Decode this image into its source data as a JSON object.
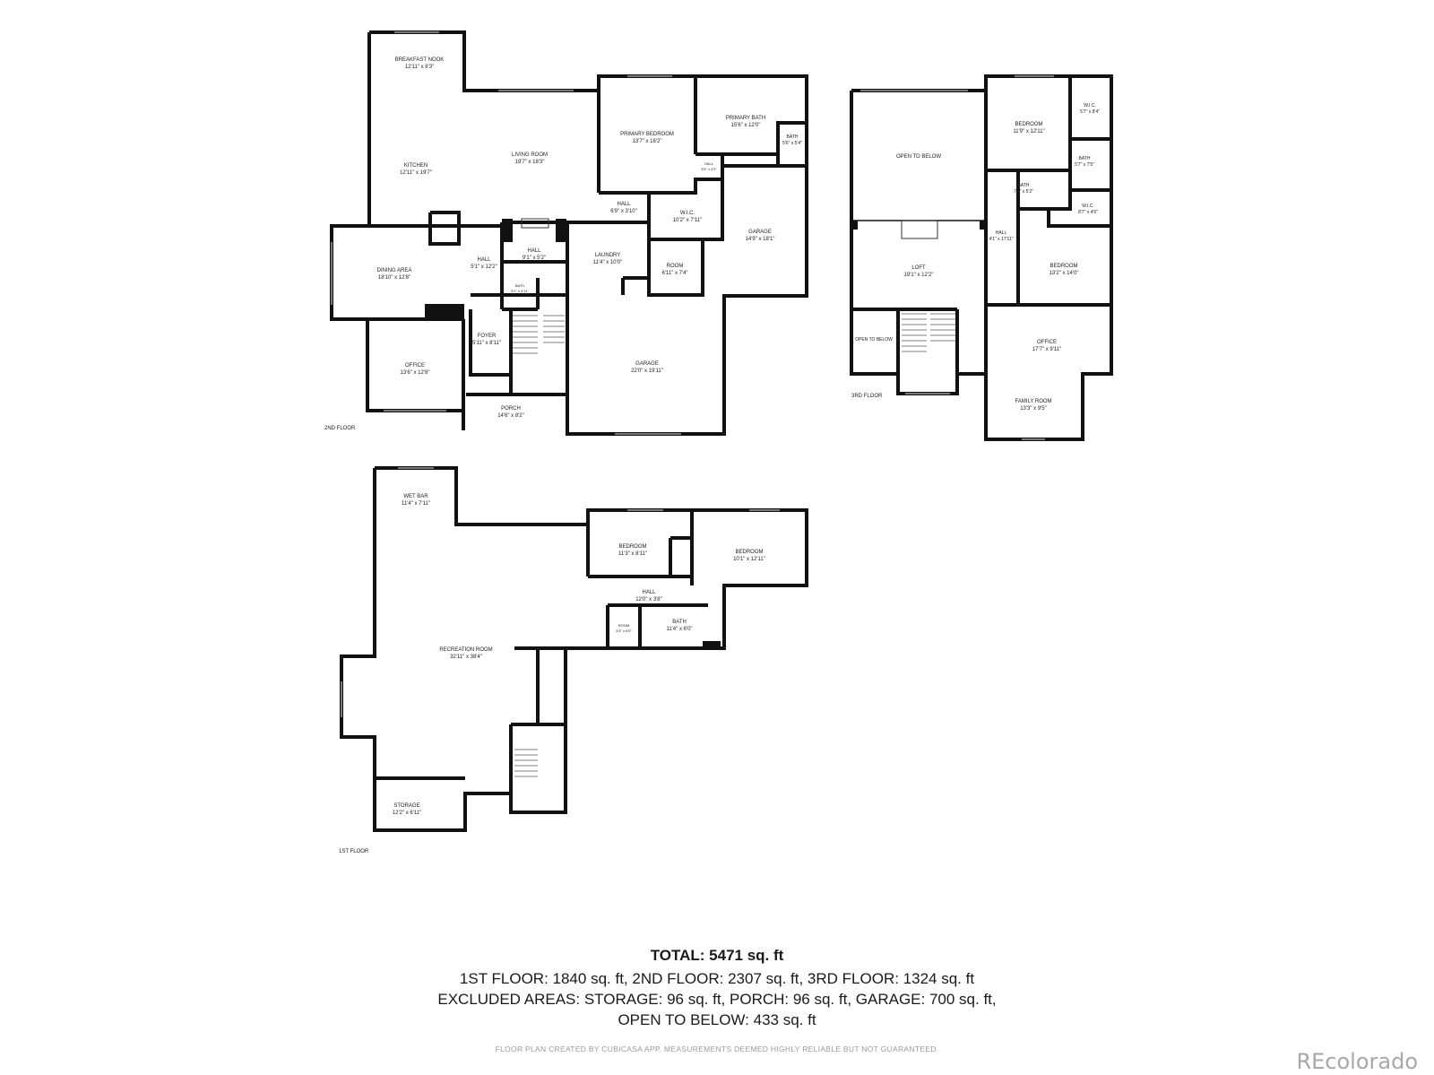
{
  "floors": [
    {
      "label": "2ND FLOOR",
      "rooms": [
        {
          "name": "BREAKFAST NOOK",
          "dims": "12'11\" x 8'3\""
        },
        {
          "name": "KITCHEN",
          "dims": "12'11\" x 19'7\""
        },
        {
          "name": "LIVING ROOM",
          "dims": "19'7\" x 18'3\""
        },
        {
          "name": "PRIMARY BEDROOM",
          "dims": "13'7\" x 16'2\""
        },
        {
          "name": "PRIMARY BATH",
          "dims": "15'6\" x 12'0\""
        },
        {
          "name": "BATH",
          "dims": "5'6\" x 5'4\""
        },
        {
          "name": "HALL",
          "dims": "3'5\" x 4'0\""
        },
        {
          "name": "HALL",
          "dims": "6'9\" x 3'10\""
        },
        {
          "name": "W.I.C.",
          "dims": "10'2\" x 7'11\""
        },
        {
          "name": "GARAGE",
          "dims": "14'9\" x 18'1\""
        },
        {
          "name": "DINING AREA",
          "dims": "18'10\" x 12'8\""
        },
        {
          "name": "HALL",
          "dims": "5'1\" x 12'2\""
        },
        {
          "name": "HALL",
          "dims": "9'1\" x 5'2\""
        },
        {
          "name": "LAUNDRY",
          "dims": "11'4\" x 10'0\""
        },
        {
          "name": "ROOM",
          "dims": "6'11\" x 7'4\""
        },
        {
          "name": "BATH",
          "dims": "5'1\" x 4'11\""
        },
        {
          "name": "FOYER",
          "dims": "5'11\" x 8'11\""
        },
        {
          "name": "OFFICE",
          "dims": "13'6\" x 12'8\""
        },
        {
          "name": "GARAGE",
          "dims": "22'0\" x 19'11\""
        },
        {
          "name": "PORCH",
          "dims": "14'6\" x 8'2\""
        }
      ]
    },
    {
      "label": "3RD FLOOR",
      "rooms": [
        {
          "name": "OPEN TO BELOW",
          "dims": ""
        },
        {
          "name": "BEDROOM",
          "dims": "11'9\" x 12'11\""
        },
        {
          "name": "W.I.C.",
          "dims": "5'7\" x 8'4\""
        },
        {
          "name": "BATH",
          "dims": "5'7\" x 7'5\""
        },
        {
          "name": "BATH",
          "dims": "7'3\" x 5'2\""
        },
        {
          "name": "W.I.C.",
          "dims": "8'7\" x 4'6\""
        },
        {
          "name": "HALL",
          "dims": "4'1\" x 17'11\""
        },
        {
          "name": "LOFT",
          "dims": "19'1\" x 12'2\""
        },
        {
          "name": "BEDROOM",
          "dims": "13'2\" x 14'0\""
        },
        {
          "name": "OPEN TO BELOW",
          "dims": ""
        },
        {
          "name": "OFFICE",
          "dims": "17'7\" x 9'11\""
        },
        {
          "name": "FAMILY ROOM",
          "dims": "13'3\" x 9'5\""
        }
      ]
    },
    {
      "label": "1ST FLOOR",
      "rooms": [
        {
          "name": "WET BAR",
          "dims": "11'4\" x 7'11\""
        },
        {
          "name": "BEDROOM",
          "dims": "11'3\" x 8'11\""
        },
        {
          "name": "BEDROOM",
          "dims": "10'1\" x 12'11\""
        },
        {
          "name": "HALL",
          "dims": "12'0\" x 3'8\""
        },
        {
          "name": "ROOM",
          "dims": "4'5\" x 6'0\""
        },
        {
          "name": "BATH",
          "dims": "11'4\" x 6'0\""
        },
        {
          "name": "RECREATION ROOM",
          "dims": "32'11\" x 38'4\""
        },
        {
          "name": "STORAGE",
          "dims": "12'2\" x 6'11\""
        }
      ]
    }
  ],
  "summary": {
    "total": "TOTAL: 5471 sq. ft",
    "lines": [
      "1ST FLOOR: 1840 sq. ft, 2ND FLOOR: 2307 sq. ft, 3RD FLOOR: 1324 sq. ft",
      "EXCLUDED AREAS: STORAGE: 96 sq. ft, PORCH: 96 sq. ft, GARAGE: 700 sq. ft,",
      "OPEN TO BELOW: 433 sq. ft"
    ]
  },
  "disclaimer": "FLOOR PLAN CREATED BY CUBICASA APP. MEASUREMENTS DEEMED HIGHLY RELIABLE BUT NOT GUARANTEED.",
  "brand": "REcolorado"
}
